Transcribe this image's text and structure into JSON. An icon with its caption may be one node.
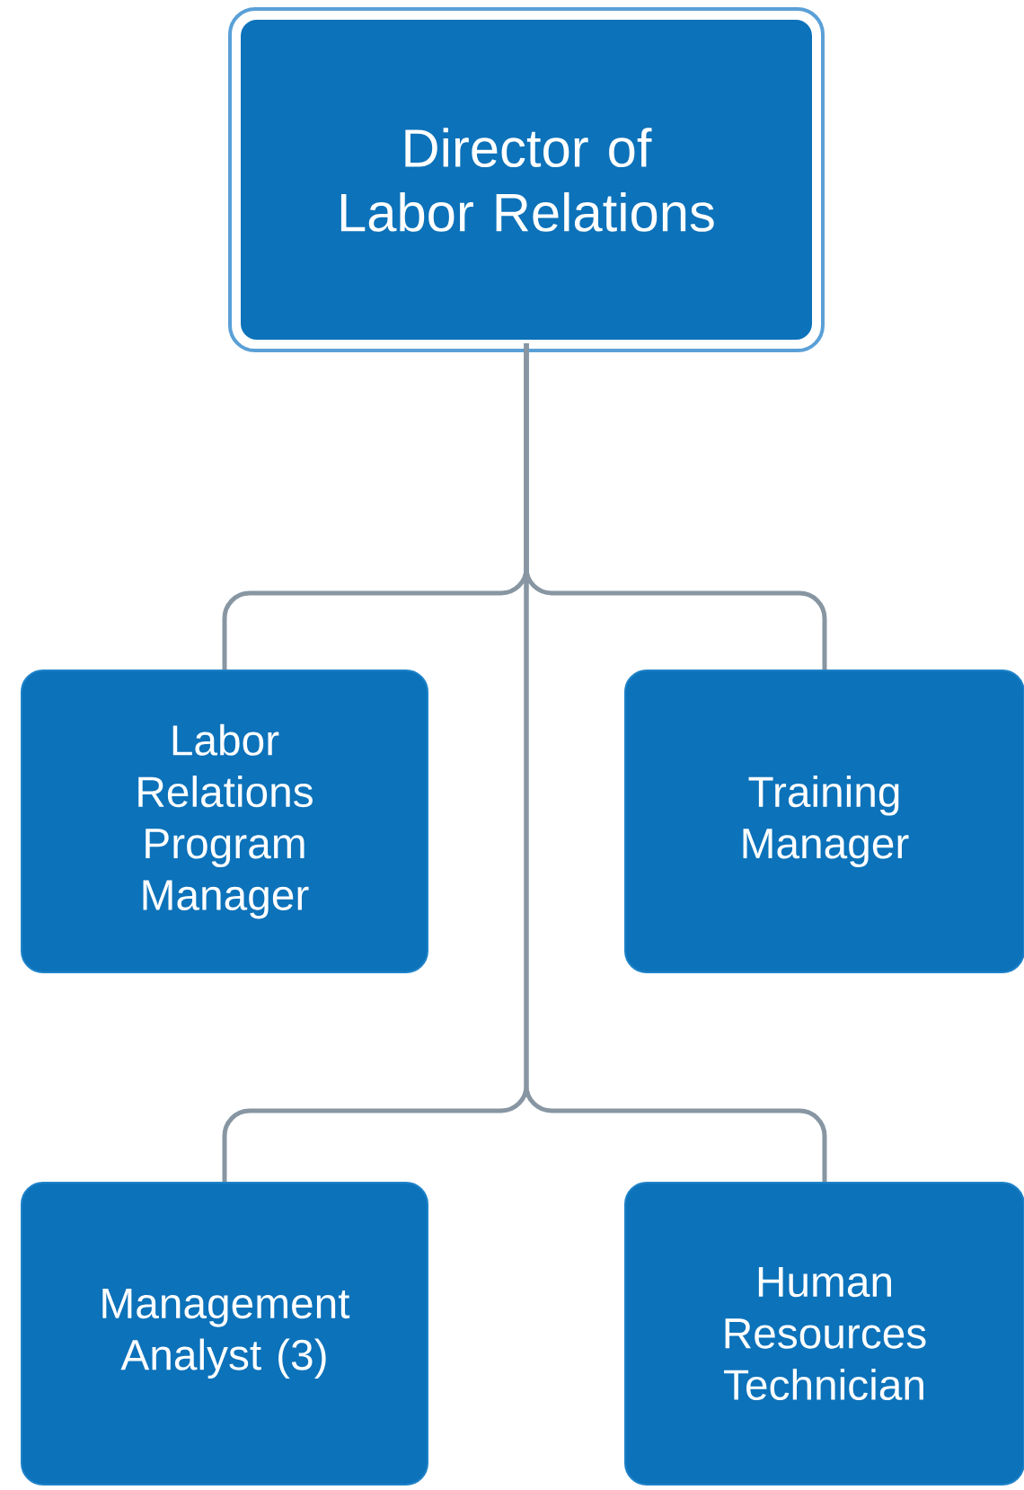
{
  "diagram": {
    "nodes": [
      {
        "text": [
          "Director of Labor Relations"
        ]
      },
      {
        "text": [
          "Labor Relations Program Manager"
        ]
      },
      {
        "text": [
          "Training Manager"
        ]
      },
      {
        "text": [
          "Management Analyst (3)"
        ]
      },
      {
        "text": [
          "Human Resources Technician"
        ]
      }
    ],
    "edges": [
      {
        "from": 0,
        "to": 1,
        "arrow": "none"
      },
      {
        "from": 0,
        "to": 2,
        "arrow": "none"
      },
      {
        "from": 0,
        "to": 3,
        "arrow": "none"
      },
      {
        "from": 0,
        "to": 4,
        "arrow": "none"
      }
    ]
  }
}
